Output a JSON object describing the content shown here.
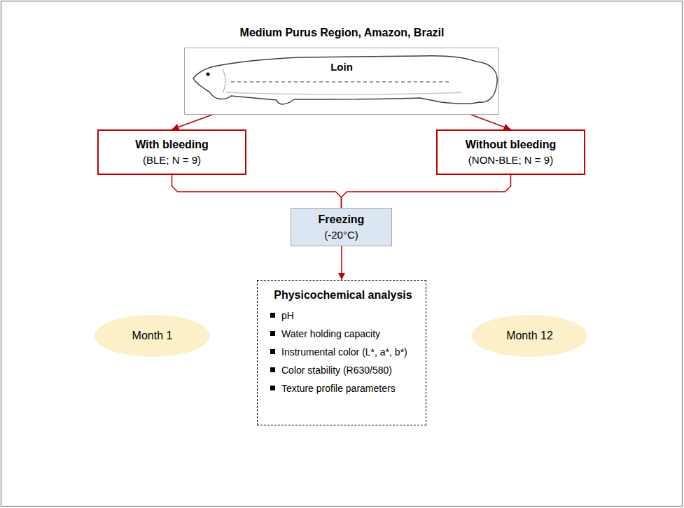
{
  "diagram": {
    "title": "Medium Purus Region, Amazon, Brazil",
    "nodes": [
      {
        "text": [
          "Loin"
        ]
      },
      {
        "text": [
          "With bleeding",
          "(BLE; N = 9)"
        ]
      },
      {
        "text": [
          "Without bleeding",
          "(NON-BLE; N = 9)"
        ]
      },
      {
        "text": [
          "Freezing",
          "(-20°C)"
        ]
      },
      {
        "text": [
          "Physicochemical analysis",
          "pH",
          "Water holding capacity",
          "Instrumental color (L*, a*, b*)",
          "Color stability (R630/580)",
          "Texture profile parameters"
        ]
      },
      {
        "text": [
          "Month 1"
        ]
      },
      {
        "text": [
          "Month 12"
        ]
      }
    ],
    "edges": [
      {
        "from": 0,
        "to": 1,
        "arrow": "to"
      },
      {
        "from": 0,
        "to": 2,
        "arrow": "to"
      },
      {
        "from": 1,
        "to": 3,
        "arrow": "none"
      },
      {
        "from": 2,
        "to": 3,
        "arrow": "none"
      },
      {
        "from": 3,
        "to": 4,
        "arrow": "to"
      }
    ]
  }
}
